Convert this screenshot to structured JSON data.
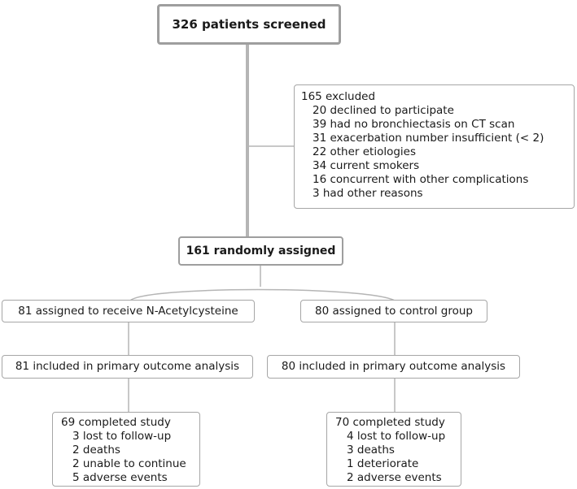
{
  "screened": "326 patients screened",
  "excluded": {
    "header": "165 excluded",
    "items": [
      "20 declined to participate",
      "39 had no bronchiectasis on CT scan",
      "31 exacerbation number insufficient (< 2)",
      "22 other etiologies",
      "34 current smokers",
      "16 concurrent with other complications",
      "3 had other reasons"
    ]
  },
  "randomized": "161 randomly assigned",
  "nac_arm": {
    "assigned": "81 assigned to receive N-Acetylcysteine",
    "analysis": "81 included in primary outcome analysis",
    "completed": {
      "header": "69 completed study",
      "items": [
        "3 lost to follow-up",
        "2 deaths",
        "2 unable to continue",
        "5 adverse events"
      ]
    }
  },
  "control_arm": {
    "assigned": "80 assigned to control group",
    "analysis": "80 included in primary outcome analysis",
    "completed": {
      "header": "70 completed study",
      "items": [
        "4 lost to follow-up",
        "3 deaths",
        "1 deteriorate",
        "2 adverse events"
      ]
    }
  }
}
